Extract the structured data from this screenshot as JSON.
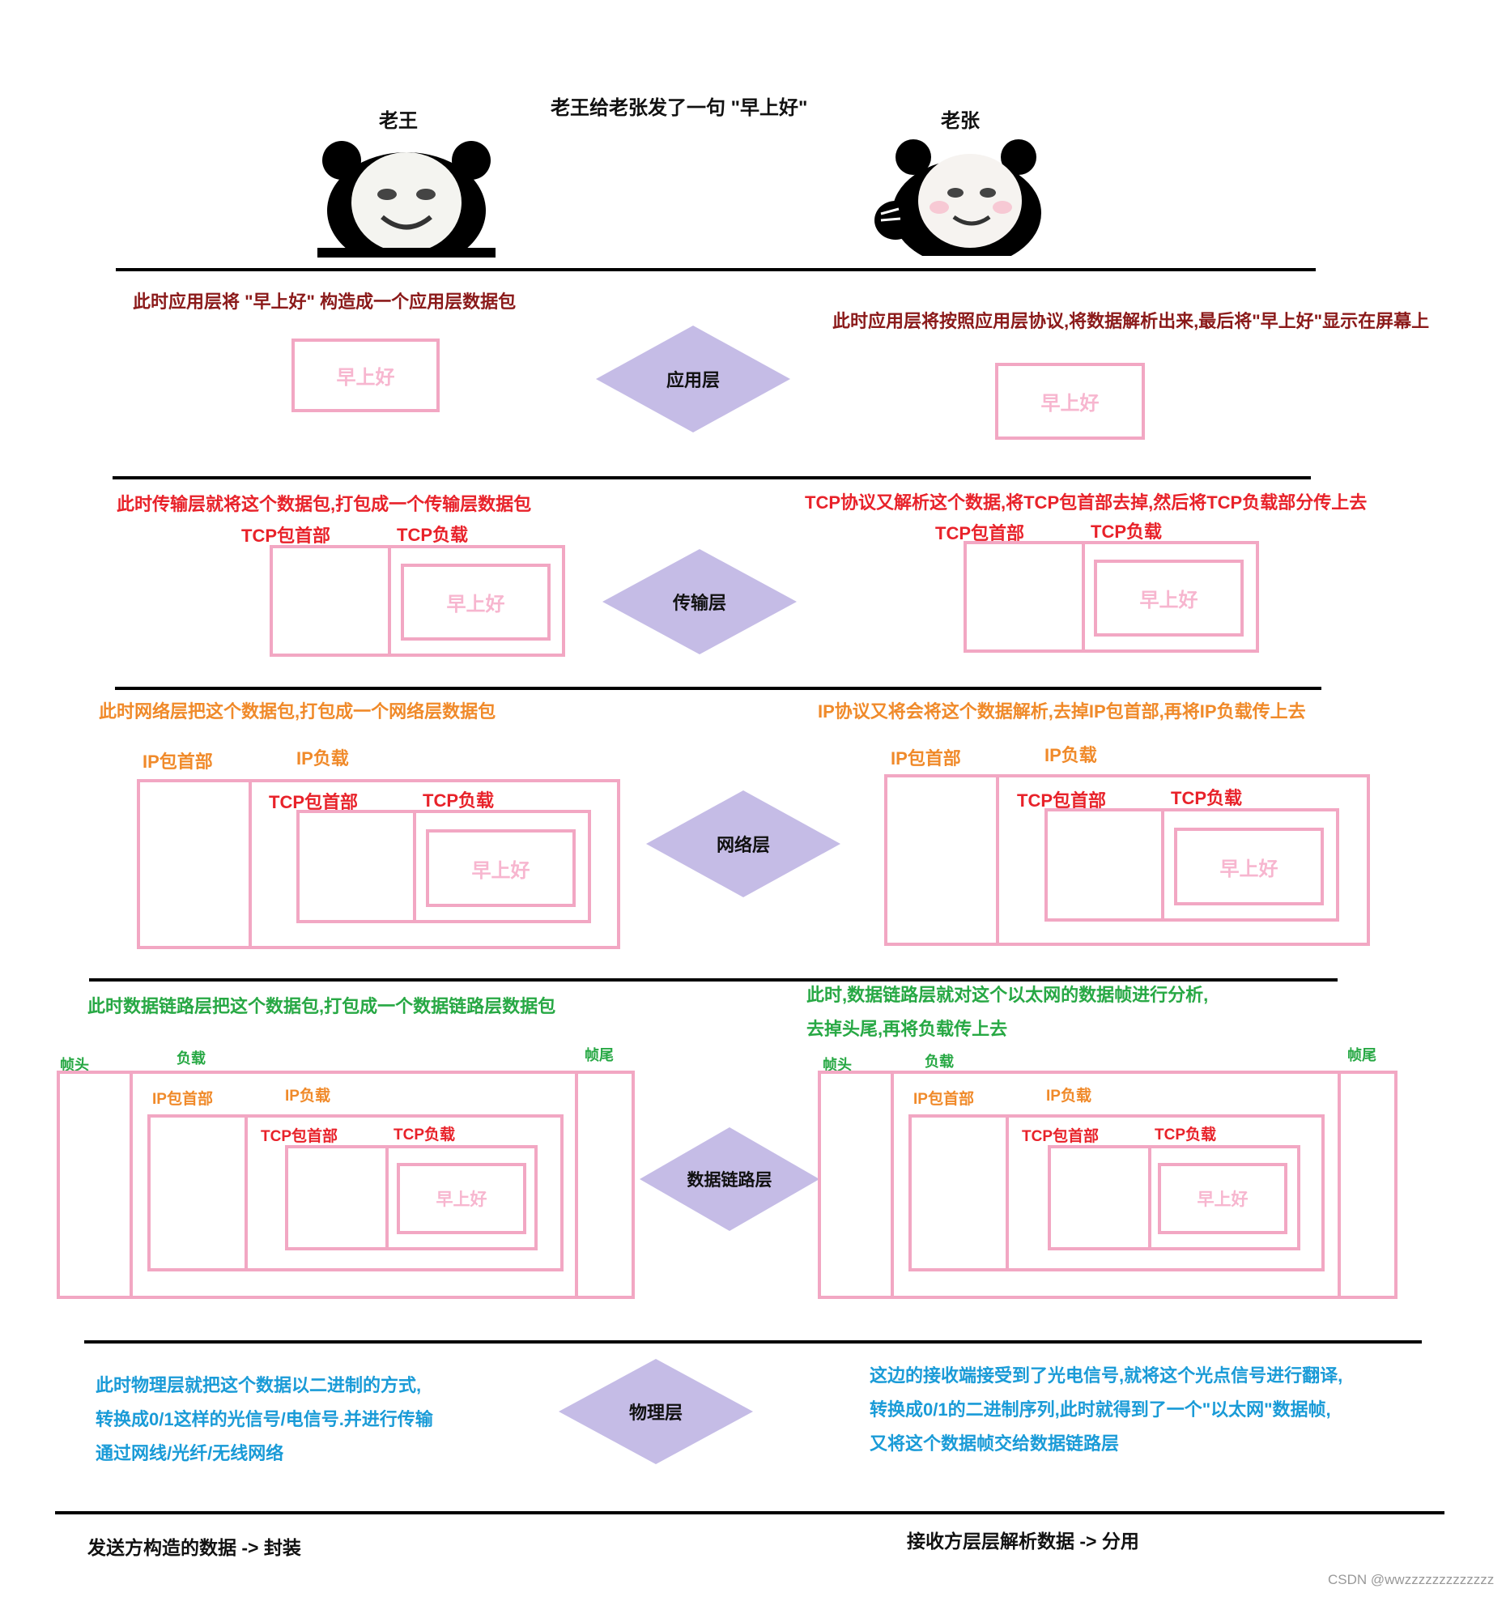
{
  "header": {
    "title": "老王给老张发了一句 \"早上好\"",
    "sender": "老王",
    "receiver": "老张"
  },
  "layers": {
    "application": "应用层",
    "transport": "传输层",
    "network": "网络层",
    "datalink": "数据链路层",
    "physical": "物理层"
  },
  "payload": "早上好",
  "labels": {
    "tcp_header": "TCP包首部",
    "tcp_payload": "TCP负载",
    "ip_header": "IP包首部",
    "ip_payload": "IP负载",
    "frame_head": "帧头",
    "frame_load": "负载",
    "frame_tail": "帧尾"
  },
  "sender_notes": {
    "application": "此时应用层将 \"早上好\" 构造成一个应用层数据包",
    "transport": "此时传输层就将这个数据包,打包成一个传输层数据包",
    "network": "此时网络层把这个数据包,打包成一个网络层数据包",
    "datalink": "此时数据链路层把这个数据包,打包成一个数据链路层数据包",
    "physical": [
      "此时物理层就把这个数据以二进制的方式,",
      "转换成0/1这样的光信号/电信号.并进行传输",
      "通过网线/光纤/无线网络"
    ]
  },
  "receiver_notes": {
    "application": "此时应用层将按照应用层协议,将数据解析出来,最后将\"早上好\"显示在屏幕上",
    "transport": "TCP协议又解析这个数据,将TCP包首部去掉,然后将TCP负载部分传上去",
    "network": "IP协议又将会将这个数据解析,去掉IP包首部,再将IP负载传上去",
    "datalink": [
      "此时,数据链路层就对这个以太网的数据帧进行分析,",
      "去掉头尾,再将负载传上去"
    ],
    "physical": [
      "这边的接收端接受到了光电信号,就将这个光点信号进行翻译,",
      "转换成0/1的二进制序列,此时就得到了一个\"以太网\"数据帧,",
      "又将这个数据帧交给数据链路层"
    ]
  },
  "footer": {
    "sender": "发送方构造的数据 -> 封装",
    "receiver": "接收方层层解析数据 -> 分用",
    "watermark": "CSDN @wwzzzzzzzzzzzzz"
  },
  "colors": {
    "application": "#8b1a1a",
    "transport": "#e8222a",
    "network": "#f08a2a",
    "datalink": "#27a844",
    "physical": "#1a9bd7",
    "box": "#f2a7c3",
    "diamond": "#c5bce6"
  },
  "icons": [
    "panda-meme-face-icon",
    "panda-meme-face-icon"
  ]
}
